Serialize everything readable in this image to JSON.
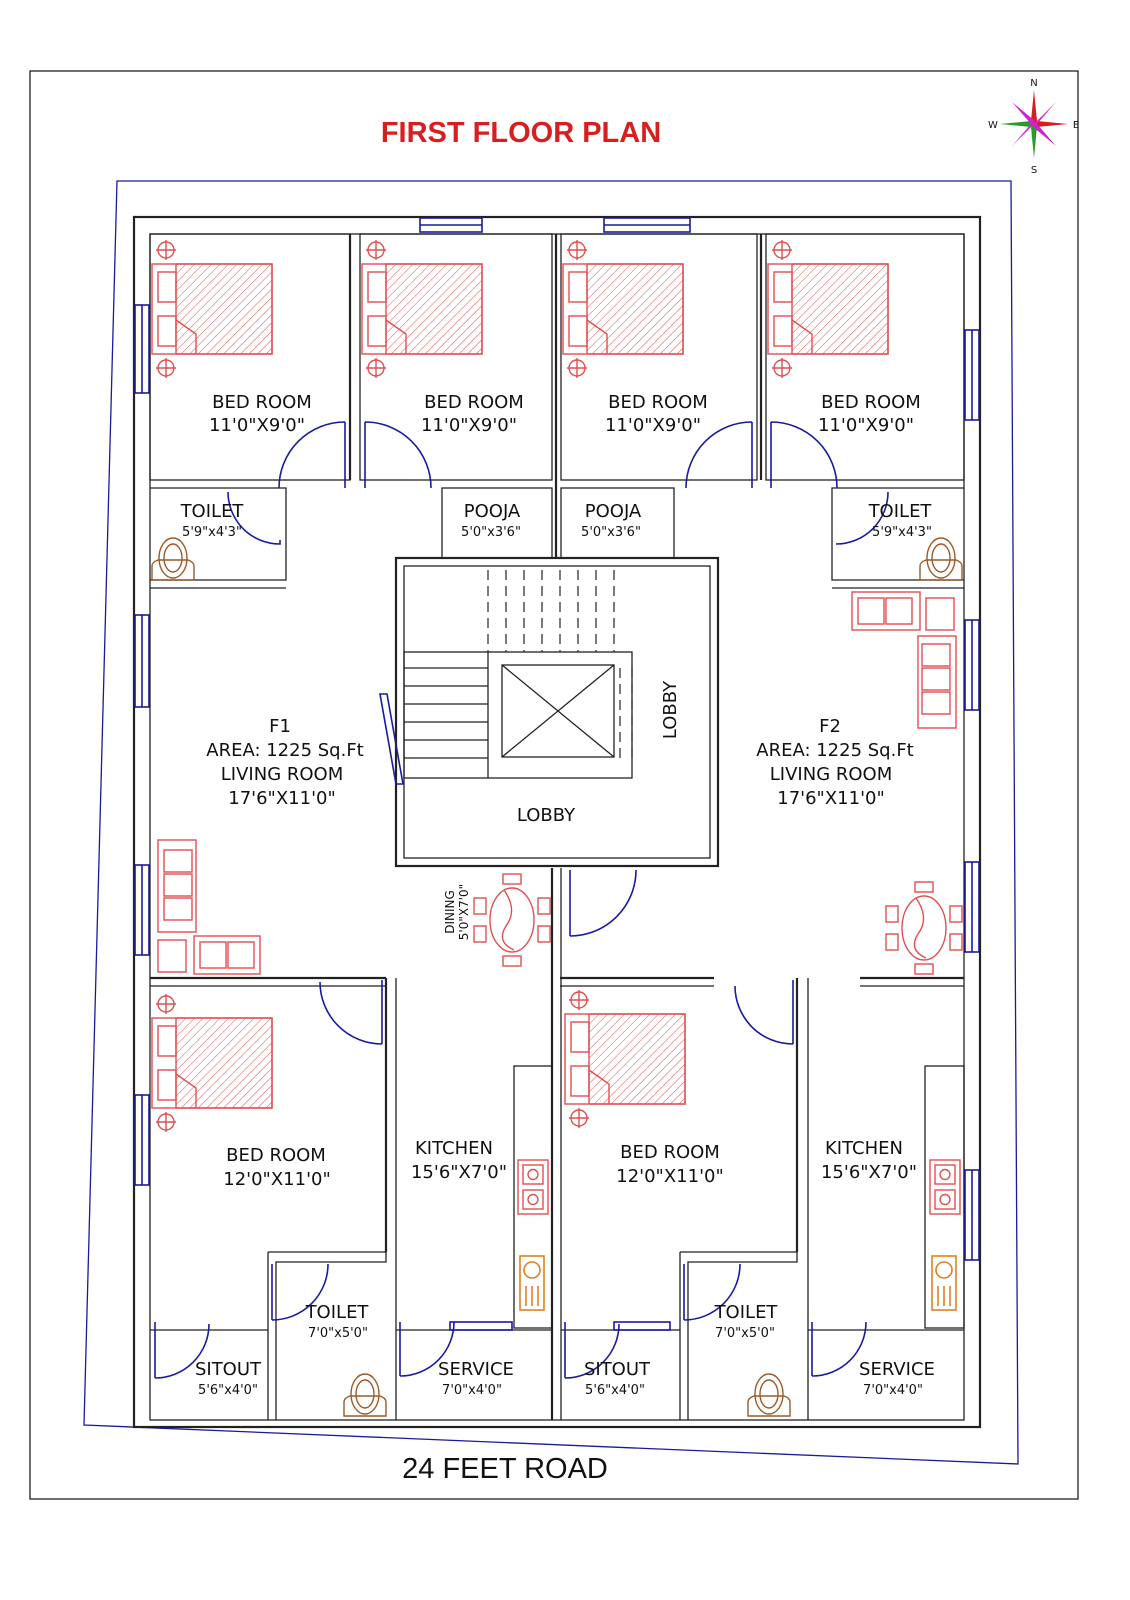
{
  "title": "FIRST FLOOR PLAN",
  "road": "24 FEET ROAD",
  "compass": {
    "n": "N",
    "s": "S",
    "e": "E",
    "w": "W"
  },
  "colors": {
    "title": "#d81e1e",
    "window": "#1a1a9a",
    "furniture": "#e05050",
    "kitchen_fitting": "#e08020"
  },
  "rooms": {
    "bed1": {
      "name": "BED ROOM",
      "dim": "11'0\"X9'0\""
    },
    "bed2": {
      "name": "BED ROOM",
      "dim": "11'0\"X9'0\""
    },
    "bed3": {
      "name": "BED ROOM",
      "dim": "11'0\"X9'0\""
    },
    "bed4": {
      "name": "BED ROOM",
      "dim": "11'0\"X9'0\""
    },
    "toilet_tl": {
      "name": "TOILET",
      "dim": "5'9\"x4'3\""
    },
    "toilet_tr": {
      "name": "TOILET",
      "dim": "5'9\"x4'3\""
    },
    "pooja1": {
      "name": "POOJA",
      "dim": "5'0\"x3'6\""
    },
    "pooja2": {
      "name": "POOJA",
      "dim": "5'0\"x3'6\""
    },
    "f1": {
      "flat": "F1",
      "area": "AREA: 1225 Sq.Ft",
      "name": "LIVING ROOM",
      "dim": "17'6\"X11'0\""
    },
    "f2": {
      "flat": "F2",
      "area": "AREA: 1225 Sq.Ft",
      "name": "LIVING ROOM",
      "dim": "17'6\"X11'0\""
    },
    "lobby": "LOBBY",
    "lobby_v": "LOBBY",
    "dining": {
      "name": "DINING",
      "dim": "5'0\"X7'0\""
    },
    "bed5": {
      "name": "BED ROOM",
      "dim": "12'0\"X11'0\""
    },
    "bed6": {
      "name": "BED ROOM",
      "dim": "12'0\"X11'0\""
    },
    "kitchen1": {
      "name": "KITCHEN",
      "dim": "15'6\"X7'0\""
    },
    "kitchen2": {
      "name": "KITCHEN",
      "dim": "15'6\"X7'0\""
    },
    "toilet_bl": {
      "name": "TOILET",
      "dim": "7'0\"x5'0\""
    },
    "toilet_br": {
      "name": "TOILET",
      "dim": "7'0\"x5'0\""
    },
    "sitout1": {
      "name": "SITOUT",
      "dim": "5'6\"x4'0\""
    },
    "sitout2": {
      "name": "SITOUT",
      "dim": "5'6\"x4'0\""
    },
    "service1": {
      "name": "SERVICE",
      "dim": "7'0\"x4'0\""
    },
    "service2": {
      "name": "SERVICE",
      "dim": "7'0\"x4'0\""
    }
  }
}
